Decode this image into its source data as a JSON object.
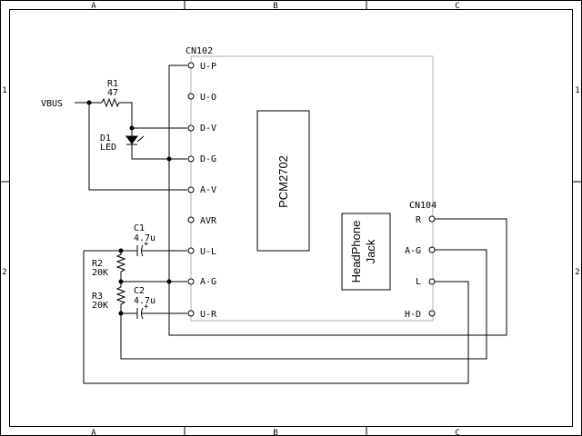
{
  "frame": {
    "columns": [
      "A",
      "B",
      "C"
    ],
    "rows": [
      "1",
      "2"
    ]
  },
  "cn102": {
    "label": "CN102",
    "pins": [
      "U-P",
      "U-O",
      "D-V",
      "D-G",
      "A-V",
      "AVR",
      "U-L",
      "A-G",
      "U-R"
    ]
  },
  "ic": {
    "label": "PCM2702"
  },
  "jack": {
    "label": "HeadPhone Jack"
  },
  "cn104": {
    "label": "CN104",
    "pins": [
      "R",
      "A-G",
      "L",
      "H-D"
    ]
  },
  "vbus": {
    "label": "VBUS"
  },
  "r1": {
    "ref": "R1",
    "value": "47"
  },
  "d1": {
    "ref": "D1",
    "value": "LED"
  },
  "c1": {
    "ref": "C1",
    "value": "4.7u"
  },
  "c2": {
    "ref": "C2",
    "value": "4.7u"
  },
  "r2": {
    "ref": "R2",
    "value": "20K"
  },
  "r3": {
    "ref": "R3",
    "value": "20K"
  }
}
